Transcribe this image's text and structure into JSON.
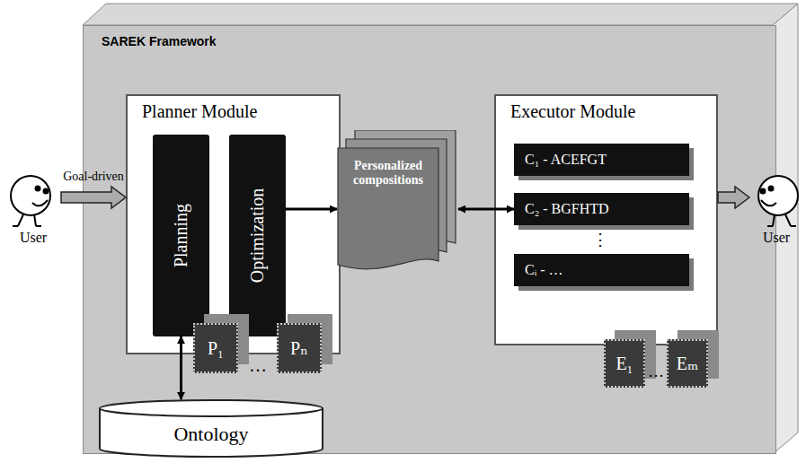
{
  "diagram": {
    "nodes": [
      {
        "text": [
          "SAREK Framework"
        ]
      },
      {
        "text": [
          "Planner Module"
        ],
        "in": 0
      },
      {
        "text": [
          "Planning"
        ],
        "in": 1
      },
      {
        "text": [
          "Optimization"
        ],
        "in": 1
      },
      {
        "text": [
          "P₁"
        ],
        "in": 0
      },
      {
        "text": [
          "Pₙ"
        ],
        "in": 0
      },
      {
        "text": [
          "Personalized compositions"
        ],
        "in": 0
      },
      {
        "text": [
          "Executor Module"
        ],
        "in": 0
      },
      {
        "text": [
          "C₁ - ACEFGT"
        ],
        "in": 7
      },
      {
        "text": [
          "C₂ - BGFHTD"
        ],
        "in": 7
      },
      {
        "text": [
          "Cᵢ - …"
        ],
        "in": 7
      },
      {
        "text": [
          "E₁"
        ],
        "in": 0
      },
      {
        "text": [
          "Eₘ"
        ],
        "in": 0
      },
      {
        "text": [
          "Ontology"
        ]
      },
      {
        "text": [
          "User"
        ]
      },
      {
        "text": [
          "User"
        ]
      }
    ],
    "edges": [
      {
        "from": 14,
        "to": 1,
        "label": "Goal-driven",
        "arrow": "to"
      },
      {
        "from": 3,
        "to": 6,
        "arrow": "to"
      },
      {
        "from": 6,
        "to": 9,
        "arrow": "both"
      },
      {
        "from": 2,
        "to": 13,
        "arrow": "both"
      },
      {
        "from": 7,
        "to": 15,
        "arrow": "to"
      }
    ],
    "labels": [
      "…",
      "⋮",
      "…"
    ]
  }
}
